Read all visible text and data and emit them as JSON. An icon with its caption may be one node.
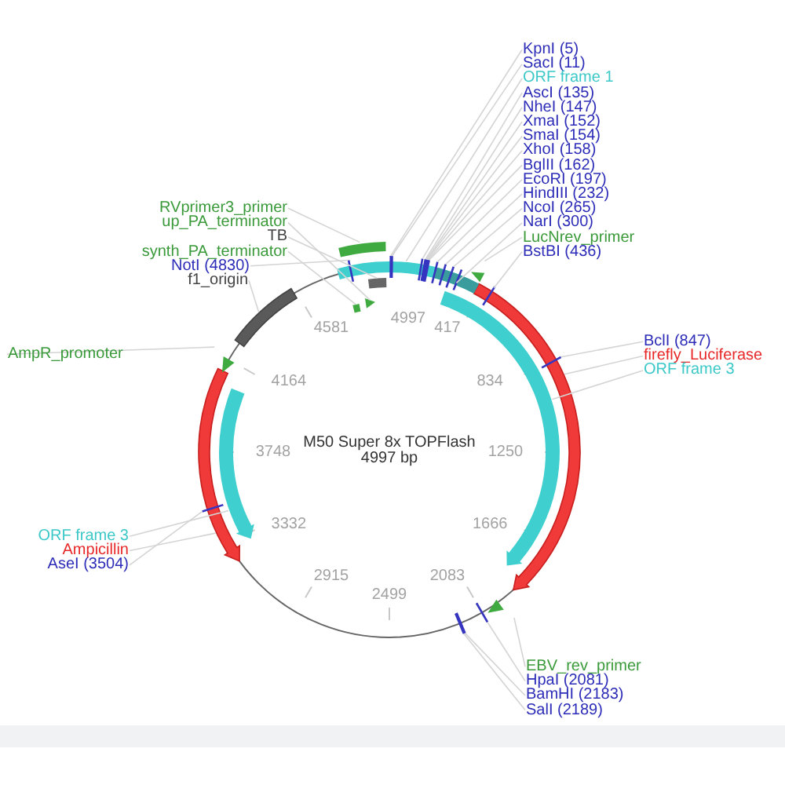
{
  "diagram": {
    "nodes": [
      {
        "text": [
          "KpnI (5)"
        ]
      },
      {
        "text": [
          "SacI (11)"
        ]
      },
      {
        "text": [
          "ORF frame 1"
        ]
      },
      {
        "text": [
          "AscI (135)"
        ]
      },
      {
        "text": [
          "NheI (147)"
        ]
      },
      {
        "text": [
          "XmaI (152)"
        ]
      },
      {
        "text": [
          "SmaI (154)"
        ]
      },
      {
        "text": [
          "XhoI (158)"
        ]
      },
      {
        "text": [
          "BglII (162)"
        ]
      },
      {
        "text": [
          "EcoRI (197)"
        ]
      },
      {
        "text": [
          "HindIII (232)"
        ]
      },
      {
        "text": [
          "NcoI (265)"
        ]
      },
      {
        "text": [
          "NarI (300)"
        ]
      },
      {
        "text": [
          "LucNrev_primer"
        ]
      },
      {
        "text": [
          "BstBI (436)"
        ]
      },
      {
        "text": [
          "RVprimer3_primer"
        ]
      },
      {
        "text": [
          "up_PA_terminator"
        ]
      },
      {
        "text": [
          "TB"
        ]
      },
      {
        "text": [
          "synth_PA_terminator"
        ]
      },
      {
        "text": [
          "NotI (4830)"
        ]
      },
      {
        "text": [
          "f1_origin"
        ]
      },
      {
        "text": [
          "BclI (847)"
        ]
      },
      {
        "text": [
          "firefly_Luciferase"
        ]
      },
      {
        "text": [
          "ORF frame 3"
        ]
      },
      {
        "text": [
          "AmpR_promoter"
        ]
      },
      {
        "text": [
          "ORF frame 3"
        ]
      },
      {
        "text": [
          "Ampicillin"
        ]
      },
      {
        "text": [
          "AseI (3504)"
        ]
      },
      {
        "text": [
          "EBV_rev_primer"
        ]
      },
      {
        "text": [
          "HpaI (2081)"
        ]
      },
      {
        "text": [
          "BamHI (2183)"
        ]
      },
      {
        "text": [
          "SalI (2189)"
        ]
      },
      {
        "text": [],
        "shape": "triangle"
      },
      {
        "text": [],
        "shape": "bar"
      },
      {
        "text": [],
        "shape": "bar"
      }
    ],
    "edges": [
      {
        "from": 0,
        "to": null,
        "arrow": "none"
      },
      {
        "from": 1,
        "to": null,
        "arrow": "none"
      },
      {
        "from": 2,
        "to": null,
        "arrow": "none"
      },
      {
        "from": 3,
        "to": null,
        "arrow": "none"
      },
      {
        "from": 4,
        "to": null,
        "arrow": "none"
      },
      {
        "from": 5,
        "to": null,
        "arrow": "none"
      },
      {
        "from": 6,
        "to": null,
        "arrow": "none"
      },
      {
        "from": 7,
        "to": null,
        "arrow": "none"
      },
      {
        "from": 8,
        "to": null,
        "arrow": "none"
      },
      {
        "from": 9,
        "to": null,
        "arrow": "none"
      },
      {
        "from": 10,
        "to": null,
        "arrow": "none"
      },
      {
        "from": 11,
        "to": null,
        "arrow": "none"
      },
      {
        "from": 12,
        "to": null,
        "arrow": "none"
      },
      {
        "from": 13,
        "to": null,
        "arrow": "none"
      },
      {
        "from": 14,
        "to": null,
        "arrow": "none"
      },
      {
        "from": 15,
        "to": null,
        "arrow": "none"
      },
      {
        "from": 16,
        "to": 32,
        "arrow": "none"
      },
      {
        "from": 17,
        "to": 33,
        "arrow": "none"
      },
      {
        "from": 18,
        "to": 34,
        "arrow": "none"
      },
      {
        "from": 19,
        "to": null,
        "arrow": "none"
      },
      {
        "from": 20,
        "to": null,
        "arrow": "none"
      },
      {
        "from": 21,
        "to": null,
        "arrow": "none"
      },
      {
        "from": 22,
        "to": null,
        "arrow": "none"
      },
      {
        "from": 23,
        "to": null,
        "arrow": "none"
      },
      {
        "from": 24,
        "to": null,
        "arrow": "none"
      },
      {
        "from": 25,
        "to": null,
        "arrow": "none"
      },
      {
        "from": 26,
        "to": null,
        "arrow": "none"
      },
      {
        "from": 27,
        "to": null,
        "arrow": "none"
      },
      {
        "from": 28,
        "to": null,
        "arrow": "none"
      },
      {
        "from": 29,
        "to": null,
        "arrow": "none"
      },
      {
        "from": 30,
        "to": null,
        "arrow": "none"
      },
      {
        "from": 31,
        "to": null,
        "arrow": "none"
      }
    ],
    "labels": [
      "M50 Super 8x TOPFlash",
      "4997 bp",
      "4997",
      "417",
      "834",
      "1250",
      "1666",
      "2083",
      "2499",
      "2915",
      "3332",
      "3748",
      "4164",
      "4581"
    ]
  }
}
